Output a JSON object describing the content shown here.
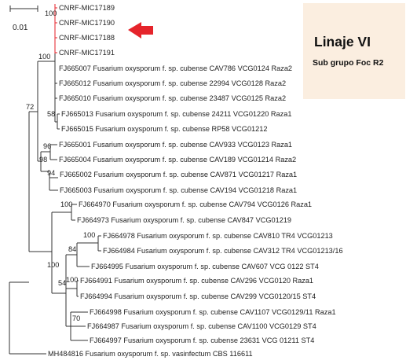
{
  "scale_bar": {
    "label": "0.01"
  },
  "leaves": [
    "CNRF-MIC17189",
    "CNRF-MIC17190",
    "CNRF-MIC17188",
    "CNRF-MIC17191",
    "FJ665007 Fusarium oxysporum f. sp. cubense CAV786 VCG0124 Raza2",
    "FJ665012 Fusarium oxysporum f. sp. cubense 22994 VCG0128 Raza2",
    "FJ665010 Fusarium oxysporum f. sp. cubense 23487 VCG0125 Raza2",
    "FJ665013 Fusarium oxysporum f. sp. cubense 24211 VCG01220 Raza1",
    "FJ665015 Fusarium oxysporum f. sp. cubense RP58 VCG01212",
    "FJ665001 Fusarium oxysporum f. sp. cubense CAV933 VCG0123 Raza1",
    "FJ665004 Fusarium oxysporum f. sp. cubense CAV189 VCG01214 Raza2",
    "FJ665002 Fusarium oxysporum f. sp. cubense CAV871 VCG01217 Raza1",
    "FJ665003 Fusarium oxysporum f. sp. cubense CAV194 VCG01218 Raza1",
    "FJ664970 Fusarium oxysporum f. sp. cubense CAV794 VCG0126 Raza1",
    "FJ664973 Fusarium oxysporum f. sp. cubense CAV847 VCG01219",
    "FJ664978 Fusarium oxysporum f. sp. cubense CAV810 TR4 VCG01213",
    "FJ664984 Fusarium oxysporum f. sp. cubense CAV312 TR4 VCG01213/16",
    "FJ664995 Fusarium oxysporum f. sp. cubense CAV607 VCG 0122 ST4",
    "FJ664991 Fusarium oxysporum f. sp. cubense CAV296 VCG0120 Raza1",
    "FJ664994 Fusarium oxysporum f. sp. cubense CAV299 VCG0120/15 ST4",
    "FJ664998 Fusarium oxysporum f. sp. cubense CAV1107 VCG0129/11 Raza1",
    "FJ664987 Fusarium oxysporum f. sp. cubense CAV1100 VCG0129 ST4",
    "FJ664997 Fusarium oxysporum f. sp. cubense 23631 VCG 01211 ST4",
    "MH484816 Fusarium oxysporum f. sp. vasinfectum CBS 116611"
  ],
  "bootstrap": [
    "100",
    "72",
    "58",
    "96",
    "98",
    "94",
    "100",
    "100",
    "100",
    "84",
    "54",
    "100",
    "70",
    "100"
  ],
  "panel": {
    "title": "Linaje VI",
    "subtitle": "Sub grupo Foc R2"
  },
  "colors": {
    "highlight_branch": "#e8323a",
    "arrow": "#e5242b",
    "panel_bg": "#fbeee0",
    "lines": "#333333"
  },
  "arrow_icon": "arrow-left-icon"
}
